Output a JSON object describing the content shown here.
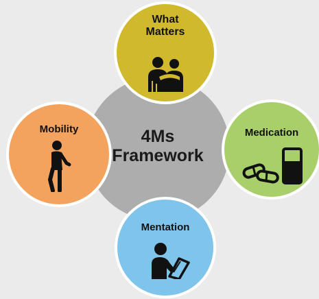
{
  "center": {
    "title_line1": "4Ms",
    "title_line2": "Framework"
  },
  "nodes": {
    "what_matters": {
      "line1": "What",
      "line2": "Matters",
      "color": "#d0b92c",
      "icon": "people-hug-icon"
    },
    "mobility": {
      "label": "Mobility",
      "color": "#f4a35f",
      "icon": "walking-person-icon"
    },
    "medication": {
      "label": "Medication",
      "color": "#a8cf6a",
      "icon": "pills-and-glass-icon"
    },
    "mentation": {
      "label": "Mentation",
      "color": "#7fc4ea",
      "icon": "person-reading-icon"
    }
  },
  "colors": {
    "background": "#ebebeb",
    "center": "#adadad",
    "ring": "#ffffff"
  }
}
